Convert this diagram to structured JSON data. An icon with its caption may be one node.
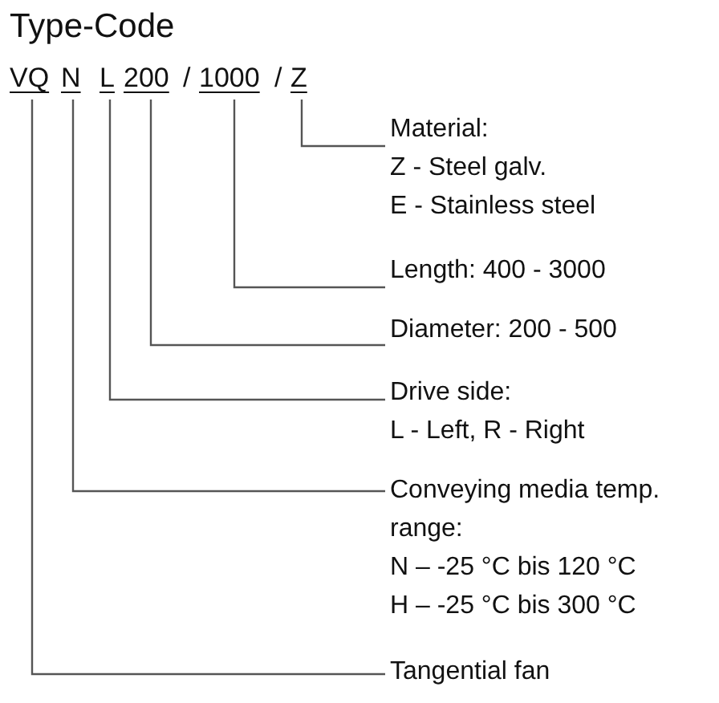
{
  "diagram": {
    "title": "Type-Code",
    "nodes": [
      {
        "text": [
          "VQ"
        ]
      },
      {
        "text": [
          "N"
        ]
      },
      {
        "text": [
          "L"
        ]
      },
      {
        "text": [
          "200"
        ]
      },
      {
        "text": [
          "1000"
        ]
      },
      {
        "text": [
          "Z"
        ]
      },
      {
        "text": [
          "Material:",
          "Z - Steel galv.",
          "E - Stainless steel"
        ]
      },
      {
        "text": [
          "Length: 400 - 3000"
        ]
      },
      {
        "text": [
          "Diameter: 200 - 500"
        ]
      },
      {
        "text": [
          "Drive side:",
          "L - Left, R - Right"
        ]
      },
      {
        "text": [
          "Conveying media temp. range:",
          "N – -25 °C bis 120 °C",
          "H – -25 °C bis 300 °C"
        ]
      },
      {
        "text": [
          "Tangential fan"
        ]
      }
    ],
    "edges": [
      {
        "from": 5,
        "to": 6,
        "arrow": "none"
      },
      {
        "from": 4,
        "to": 7,
        "arrow": "none"
      },
      {
        "from": 3,
        "to": 8,
        "arrow": "none"
      },
      {
        "from": 2,
        "to": 9,
        "arrow": "none"
      },
      {
        "from": 1,
        "to": 10,
        "arrow": "none"
      },
      {
        "from": 0,
        "to": 11,
        "arrow": "none"
      }
    ],
    "labels": [
      "/",
      "/"
    ]
  }
}
